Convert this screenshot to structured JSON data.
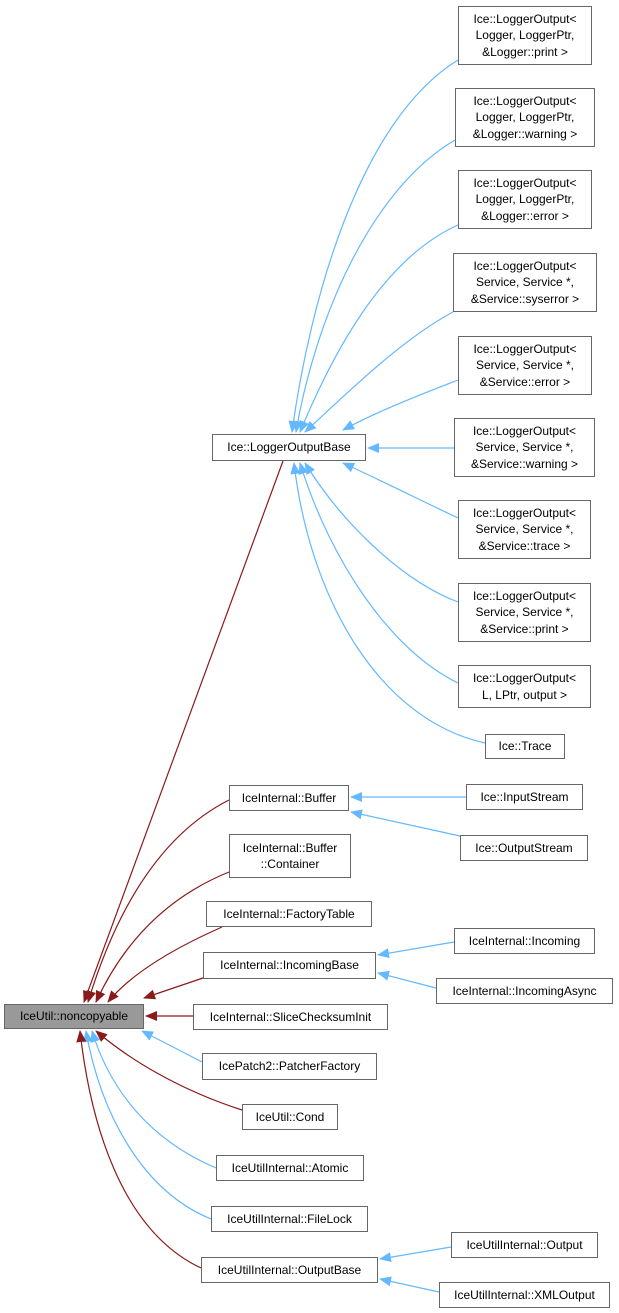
{
  "colors": {
    "inherit_edge": "#63b8ff",
    "usage_edge": "#8b1a1a",
    "node_border": "#666666",
    "root_fill": "#999999"
  },
  "nodes": {
    "root": "IceUtil::noncopyable",
    "logger_output_base": "Ice::LoggerOutputBase",
    "lo_logger_print": "Ice::LoggerOutput<\nLogger, LoggerPtr,\n&Logger::print >",
    "lo_logger_warning": "Ice::LoggerOutput<\nLogger, LoggerPtr,\n&Logger::warning >",
    "lo_logger_error": "Ice::LoggerOutput<\nLogger, LoggerPtr,\n&Logger::error >",
    "lo_service_syserror": "Ice::LoggerOutput<\nService, Service *,\n&Service::syserror >",
    "lo_service_error": "Ice::LoggerOutput<\nService, Service *,\n&Service::error >",
    "lo_service_warning": "Ice::LoggerOutput<\nService, Service *,\n&Service::warning >",
    "lo_service_trace": "Ice::LoggerOutput<\nService, Service *,\n&Service::trace >",
    "lo_service_print": "Ice::LoggerOutput<\nService, Service *,\n&Service::print >",
    "lo_l_lptr": "Ice::LoggerOutput<\nL, LPtr, output >",
    "trace": "Ice::Trace",
    "buffer": "IceInternal::Buffer",
    "input_stream": "Ice::InputStream",
    "output_stream": "Ice::OutputStream",
    "buffer_container": "IceInternal::Buffer\n::Container",
    "factory_table": "IceInternal::FactoryTable",
    "incoming_base": "IceInternal::IncomingBase",
    "incoming": "IceInternal::Incoming",
    "incoming_async": "IceInternal::IncomingAsync",
    "slice_checksum_init": "IceInternal::SliceChecksumInit",
    "patcher_factory": "IcePatch2::PatcherFactory",
    "cond": "IceUtil::Cond",
    "atomic": "IceUtilInternal::Atomic",
    "file_lock": "IceUtilInternal::FileLock",
    "output_base": "IceUtilInternal::OutputBase",
    "output": "IceUtilInternal::Output",
    "xml_output": "IceUtilInternal::XMLOutput"
  }
}
